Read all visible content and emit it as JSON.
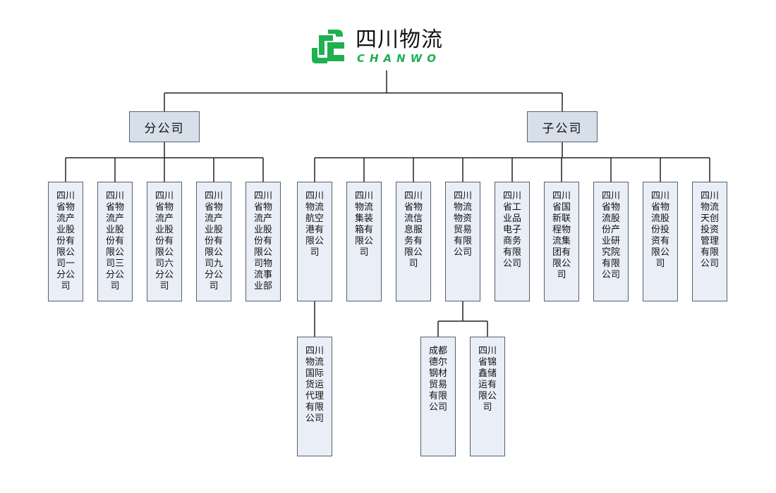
{
  "logo": {
    "name": "四川物流",
    "sub": "CHANWO",
    "color": "#1fb04f"
  },
  "categories": {
    "branch": "分公司",
    "subsidiary": "子公司"
  },
  "branches": [
    "四川省物流产业股份有限公司一分公司",
    "四川省物流产业股份有限公司三分公司",
    "四川省物流产业股份有限公司六分公司",
    "四川省物流产业股份有限公司九分公司",
    "四川省物流产业股份有限公司物流事业部"
  ],
  "subsidiaries": [
    "四川物流航空港有限公司",
    "四川物流集装箱有限公司",
    "四川省物流信息服务有限公司",
    "四川物流物资贸易有限公司",
    "四川省工业品电子商务有限公司",
    "四川省国新联程物流集团有限公司",
    "四川省物流股份产业研究院有限公司",
    "四川省物流股份投资有限公司",
    "四川物流天创投资管理有限公司"
  ],
  "third_level": {
    "airport_child": "四川物流国际货运代理有限公司",
    "trade_children": [
      "成都德尔钢材贸易有限公司",
      "四川省锦鑫储运有限公司"
    ]
  }
}
